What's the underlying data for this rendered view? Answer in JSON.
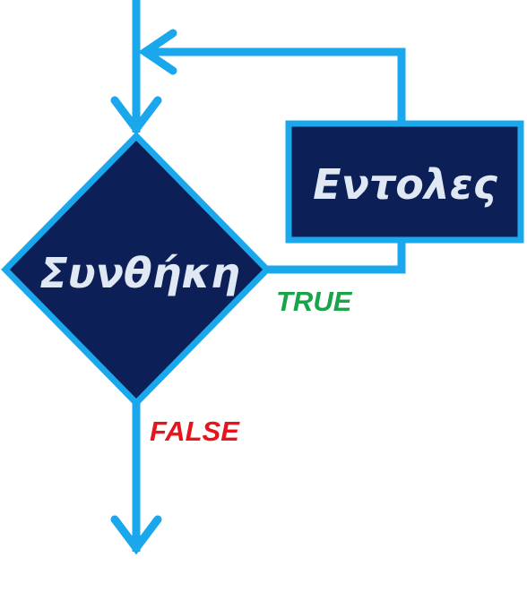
{
  "diagram": {
    "condition_label": "Συνθήκη",
    "statements_label": "Εντολες",
    "true_label": "TRUE",
    "false_label": "FALSE"
  },
  "colors": {
    "connector": "#1aa7ec",
    "node_fill": "#0c2057",
    "node_text": "#dfe8f3",
    "true_label": "#1aa44a",
    "false_label": "#e8141b",
    "background": "#ffffff"
  }
}
